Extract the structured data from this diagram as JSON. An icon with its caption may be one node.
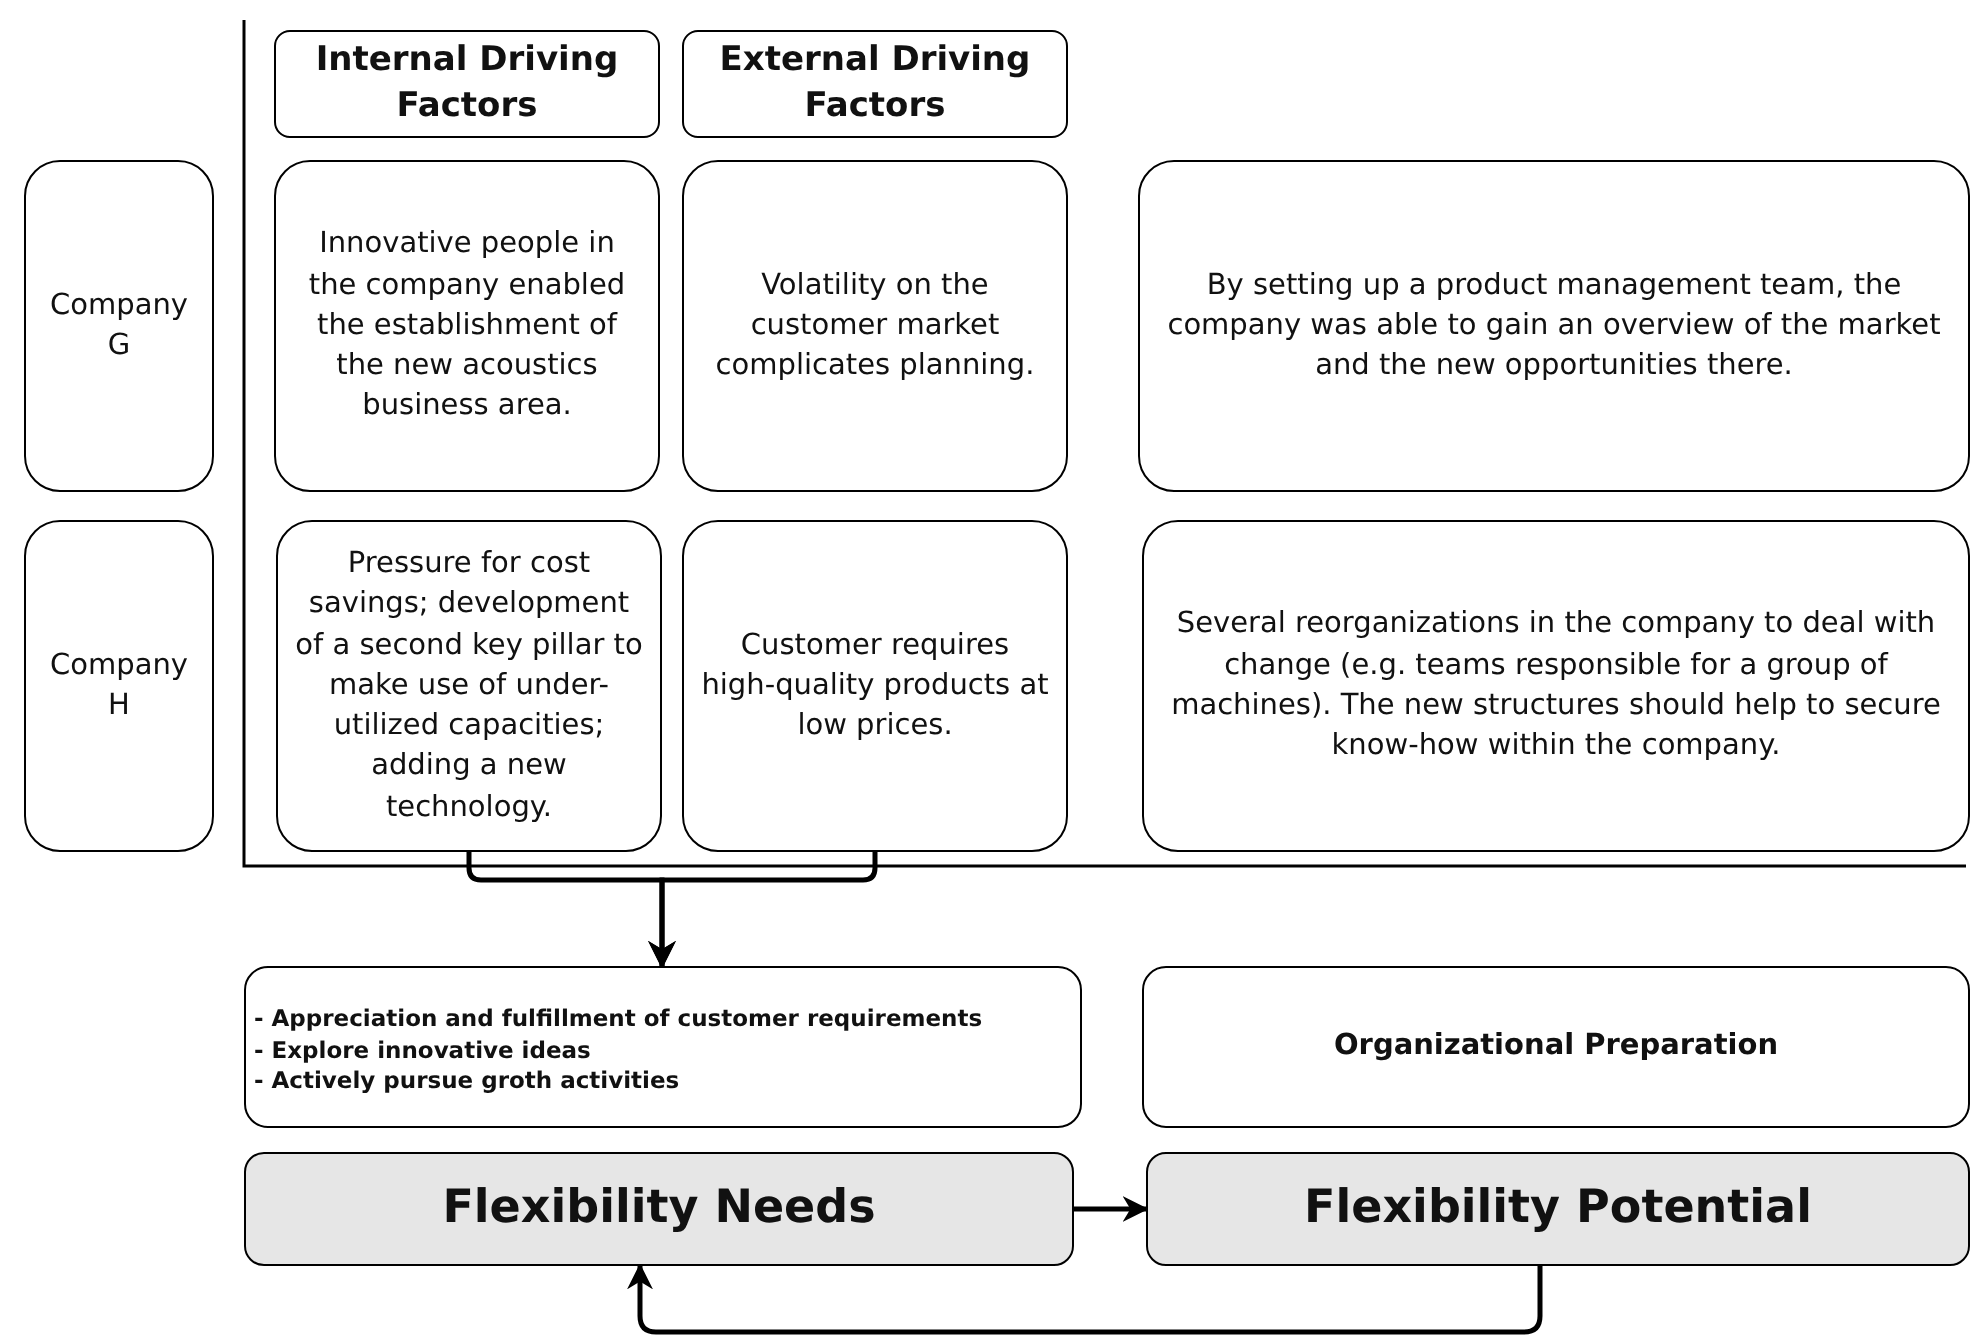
{
  "diagram": {
    "nodes": [
      {
        "text": [
          "Internal Driving Factors"
        ]
      },
      {
        "text": [
          "External Driving Factors"
        ]
      },
      {
        "text": [
          "Company G"
        ]
      },
      {
        "text": [
          "Innovative people in the company enabled the establishment of the new acoustics business area."
        ]
      },
      {
        "text": [
          "Volatility on the customer market complicates planning."
        ]
      },
      {
        "text": [
          "By setting up a product management team, the company was able to gain an overview of the market and the new opportunities there."
        ]
      },
      {
        "text": [
          "Company H"
        ]
      },
      {
        "text": [
          "Pressure for cost savings; development of a second key pillar to make use of under-utilized capacities; adding a new technology."
        ]
      },
      {
        "text": [
          "Customer requires high-quality products at low prices."
        ]
      },
      {
        "text": [
          "Several reorganizations in the company to deal with change (e.g. teams responsible for a group of machines). The new structures should help to secure know-how within the company."
        ]
      },
      {
        "text": [
          "- Appreciation and fulfillment of customer requirements",
          "- Explore innovative ideas",
          "- Actively pursue groth activities"
        ]
      },
      {
        "text": [
          "Organizational Preparation"
        ]
      },
      {
        "text": [
          "Flexibility Needs"
        ]
      },
      {
        "text": [
          "Flexibility Potential"
        ]
      }
    ],
    "edges": [
      {
        "from": 7,
        "to": 10,
        "arrow": "to"
      },
      {
        "from": 8,
        "to": 10,
        "arrow": "to"
      },
      {
        "from": 12,
        "to": 13,
        "arrow": "to"
      },
      {
        "from": 13,
        "to": 12,
        "arrow": "to"
      }
    ]
  }
}
